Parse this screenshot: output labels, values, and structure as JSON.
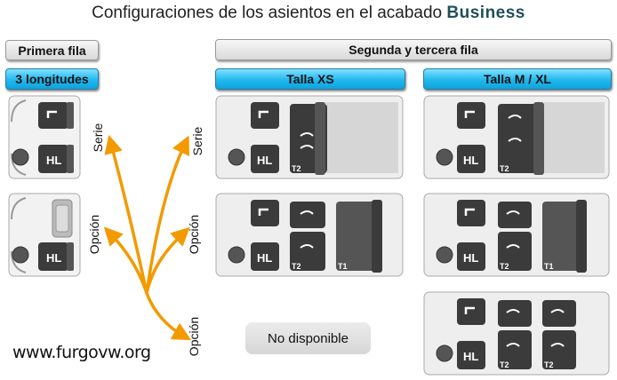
{
  "title": {
    "prefix": "Configuraciones de los asientos en el acabado",
    "brand": "Business"
  },
  "headers": {
    "primera_fila": "Primera fila",
    "longitudes": "3 longitudes",
    "segunda_tercera": "Segunda  y tercera fila",
    "talla_xs": "Talla XS",
    "talla_mxl": "Talla M / XL"
  },
  "labels": {
    "serie": "Serie",
    "opcion": "Opción"
  },
  "seat_labels": {
    "hl": "HL",
    "t1": "T1",
    "t2": "T2"
  },
  "not_available": "No disponible",
  "watermark": "www.furgovw.org",
  "colors": {
    "arrow": "#f29a00",
    "blue_header": "#21b8ee",
    "brand": "#1f4f5a"
  }
}
